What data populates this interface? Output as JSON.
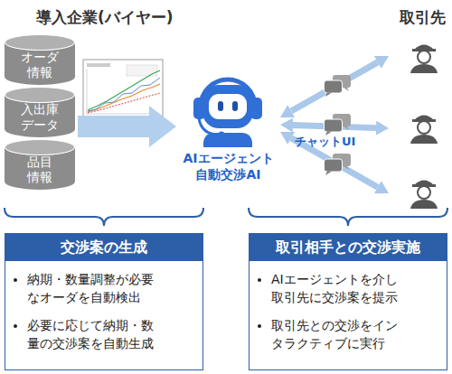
{
  "diagram": {
    "nodes": [
      {
        "text": [
          "導入企業(バイヤー)"
        ]
      },
      {
        "text": [
          "オーダ 情報"
        ],
        "in": 0
      },
      {
        "text": [
          "入出庫 データ"
        ],
        "in": 0
      },
      {
        "text": [
          "品目 情報"
        ],
        "in": 0
      },
      {
        "text": [
          "AIエージェント 自動交渉AI"
        ]
      },
      {
        "text": [
          "取引先"
        ]
      },
      {
        "text": [
          "交渉案の生成",
          "納期・数量調整が必要 なオーダを自動検出",
          "必要に応じて納期・数 量の交渉案を自動生成"
        ]
      },
      {
        "text": [
          "取引相手との交渉実施",
          "AIエージェントを介し 取引先に交渉案を提示",
          "取引先との交渉をイン タラクティブに実行"
        ]
      }
    ],
    "edges": [
      {
        "from": 0,
        "to": 4,
        "arrow": "to"
      },
      {
        "from": 4,
        "to": 5,
        "arrow": "both"
      },
      {
        "from": 4,
        "to": 5,
        "arrow": "both"
      },
      {
        "from": 4,
        "to": 5,
        "arrow": "both"
      }
    ],
    "labels": [
      "チャットUI"
    ]
  }
}
